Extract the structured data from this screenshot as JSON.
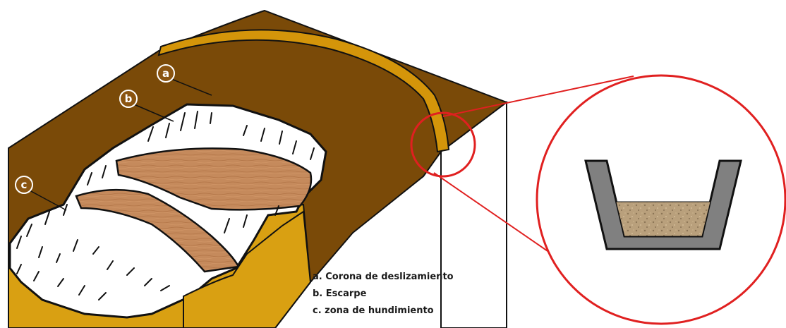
{
  "markers": {
    "a": "a",
    "b": "b",
    "c": "c"
  },
  "legend": {
    "a": "a. Corona de deslizamiento",
    "b": "b. Escarpe",
    "c": "c. zona de hundimiento"
  },
  "colors": {
    "terrain_top": "#7a4a08",
    "terrain_side": "#8a5410",
    "channel": "#d4950a",
    "slope_yellow": "#d9a012",
    "wood_block": "#c58a5c",
    "outline": "#111111",
    "zoom_ring": "#e02020",
    "channel_section": "#808080",
    "soil": "#b9a07c",
    "marker_fill": "#8a5410"
  },
  "icons": {
    "marker": "circle-label-icon",
    "zoom": "magnifier-circle-icon",
    "cross_section": "u-channel-section-icon"
  }
}
